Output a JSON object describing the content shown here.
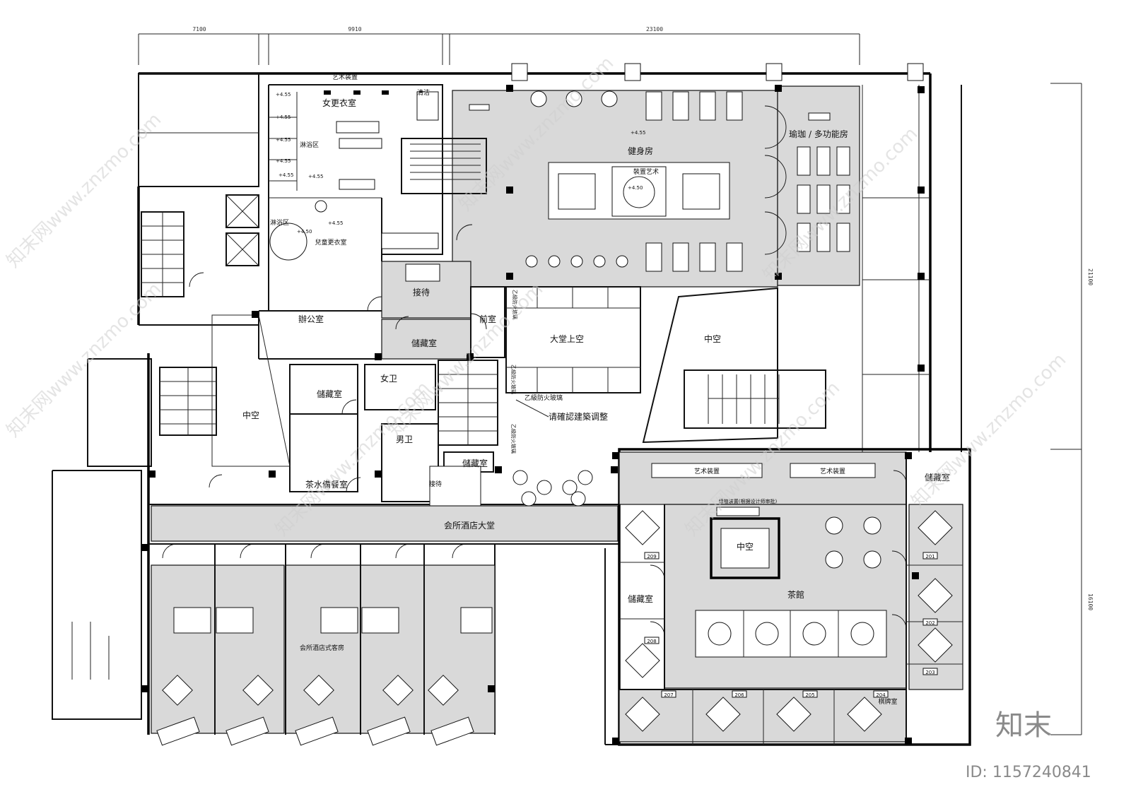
{
  "rooms": {
    "women_locker": "女更衣室",
    "art_install_top": "艺术装置",
    "cleaning": "清洁",
    "shower_1": "淋浴区",
    "shower_2": "淋浴区",
    "kids_locker": "兒童更衣室",
    "gym": "健身房",
    "yoga": "瑜珈 / 多功能房",
    "art_center": "裝置艺术",
    "reception": "接待",
    "office": "辦公室",
    "storage_1": "儲藏室",
    "front_room": "前室",
    "lobby_void": "大堂上空",
    "atrium_right": "中空",
    "atrium_left": "中空",
    "storage_2": "儲藏室",
    "women_wc": "女卫",
    "men_wc": "男卫",
    "storage_3": "儲藏室",
    "reception_2": "接待",
    "pantry": "茶水備餐室",
    "lobby": "会所酒店大堂",
    "hotel_rooms": "会所酒店式客房",
    "art_install_1": "艺术装置",
    "art_install_2": "艺术装置",
    "storage_right": "儲藏室",
    "tea_house": "茶館",
    "storage_tea": "儲藏室",
    "atrium_tea": "中空",
    "chess_room": "棋牌室"
  },
  "notes": {
    "confirm": "请確認建築调整",
    "fire_glass": "乙級防火玻璃",
    "fire_glass_v1": "乙級防火玻璃",
    "fire_glass_v2": "乙級防火玻璃",
    "fire_glass_v3": "乙級防火玻璃",
    "plant": "绿植装置(根据设计师审批)"
  },
  "levels": {
    "l1": "+4.55",
    "l2": "+4.55",
    "l3": "+4.55",
    "l4": "+4.55",
    "l5": "+4.55",
    "l6": "+4.55",
    "l7": "+4.50",
    "l8": "+4.55",
    "l9": "+4.55",
    "l10": "+4.50"
  },
  "dimensions": {
    "d1": "7100",
    "d2": "9910",
    "d3": "23100",
    "v1": "21100",
    "v2": "16100"
  },
  "room_numbers": [
    "201",
    "202",
    "203",
    "204",
    "205",
    "206",
    "207",
    "208",
    "209"
  ],
  "watermark": {
    "text": "知末网www.znzmo.com",
    "logo": "知末",
    "id": "ID: 1157240841"
  }
}
